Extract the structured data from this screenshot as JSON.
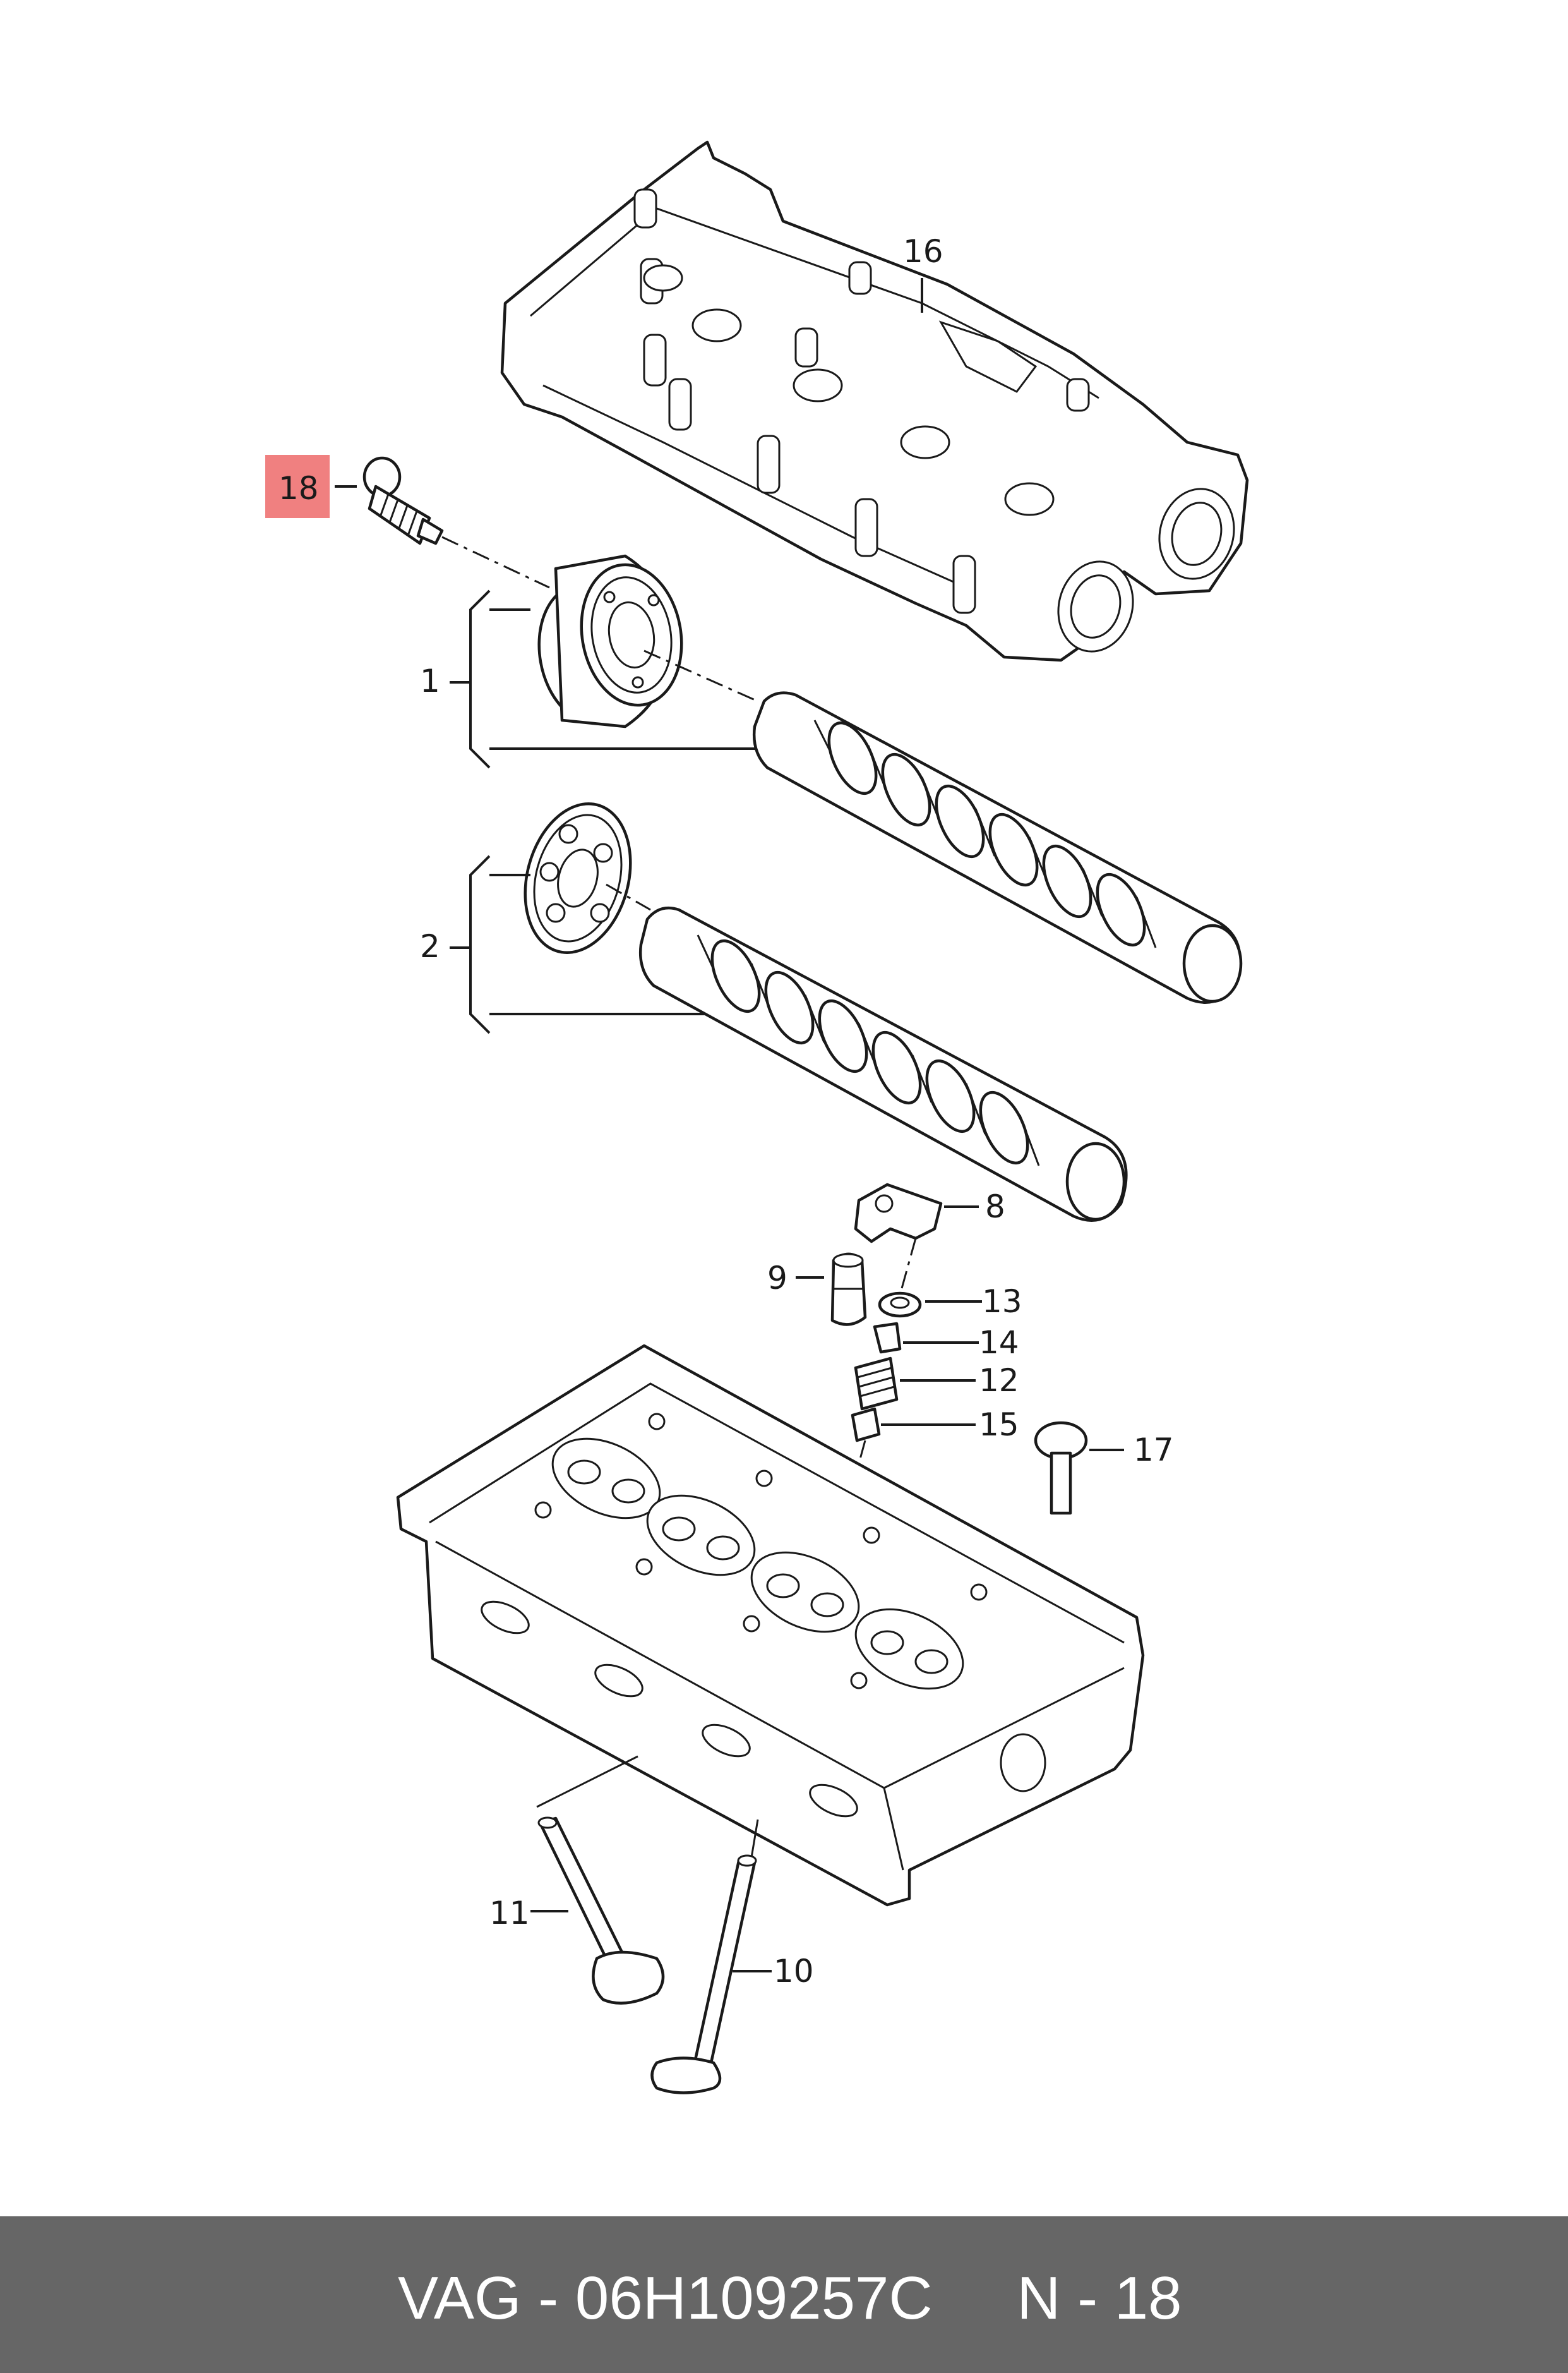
{
  "footer": {
    "text": "VAG - 06H109257C     N - 18"
  },
  "highlight_color": "#f08080",
  "labels": {
    "l1": "1",
    "l2": "2",
    "l8": "8",
    "l9": "9",
    "l10": "10",
    "l11": "11",
    "l12": "12",
    "l13": "13",
    "l14": "14",
    "l15": "15",
    "l16": "16",
    "l17": "17",
    "l18": "18"
  }
}
